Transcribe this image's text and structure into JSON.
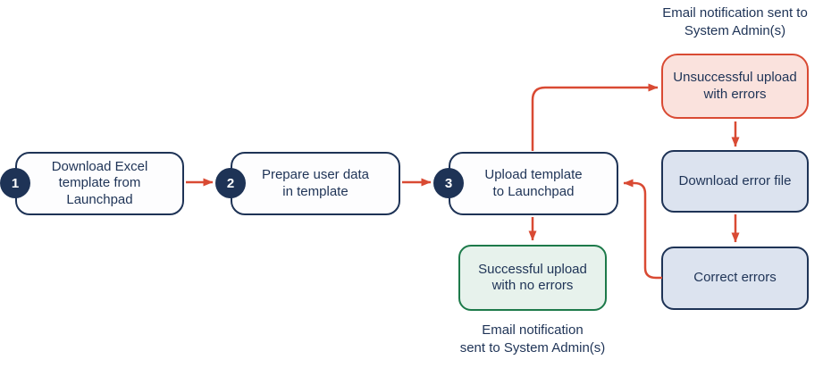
{
  "colors": {
    "navy": "#1e3356",
    "red": "#d94a33",
    "pink_fill": "#fae2dd",
    "blue_fill": "#dce3ef",
    "mint_fill": "#e7f2ec",
    "green": "#1d7a4a",
    "node_fill": "#fdfdfe",
    "bg": "#ffffff"
  },
  "flow": {
    "steps": [
      {
        "number": "1",
        "label": "Download Excel\ntemplate from\nLaunchpad"
      },
      {
        "number": "2",
        "label": "Prepare user data\nin template"
      },
      {
        "number": "3",
        "label": "Upload template\nto Launchpad"
      }
    ],
    "outcomes": {
      "unsuccessful": {
        "label": "Unsuccessful upload\nwith errors"
      },
      "download_error_file": {
        "label": "Download error file"
      },
      "correct_errors": {
        "label": "Correct errors"
      },
      "successful": {
        "label": "Successful upload\nwith no errors"
      }
    },
    "annotations": {
      "top_note": "Email notification sent to\nSystem Admin(s)",
      "bottom_note": "Email notification\nsent to System Admin(s)"
    }
  }
}
